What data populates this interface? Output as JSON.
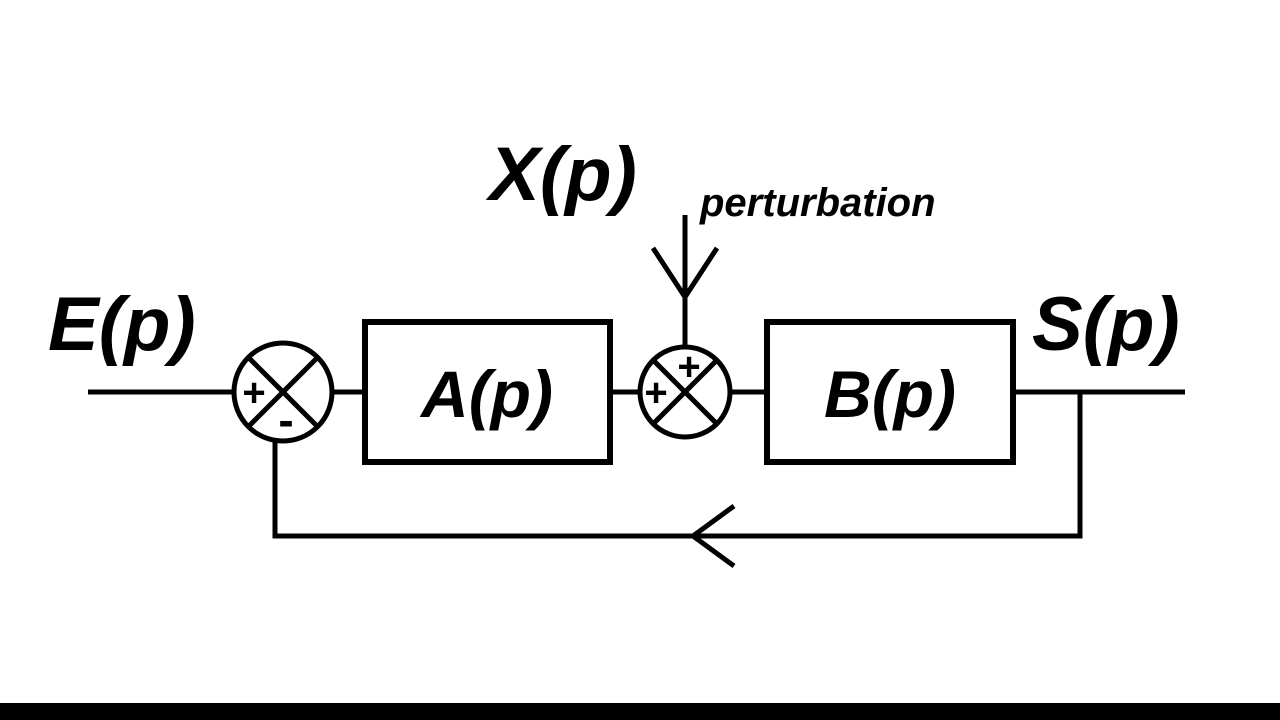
{
  "diagram": {
    "signals": {
      "input": "E(p)",
      "output": "S(p)",
      "perturbation": "X(p)",
      "perturbation_caption": "perturbation"
    },
    "blocks": {
      "forward": "A(p)",
      "plant": "B(p)"
    },
    "summing_junction_1": {
      "sign_left": "+",
      "sign_bottom": "-"
    },
    "summing_junction_2": {
      "sign_left": "+",
      "sign_top": "+"
    }
  },
  "colors": {
    "ink": "#000000",
    "background": "#ffffff",
    "letterbox_bar": "#000000"
  }
}
